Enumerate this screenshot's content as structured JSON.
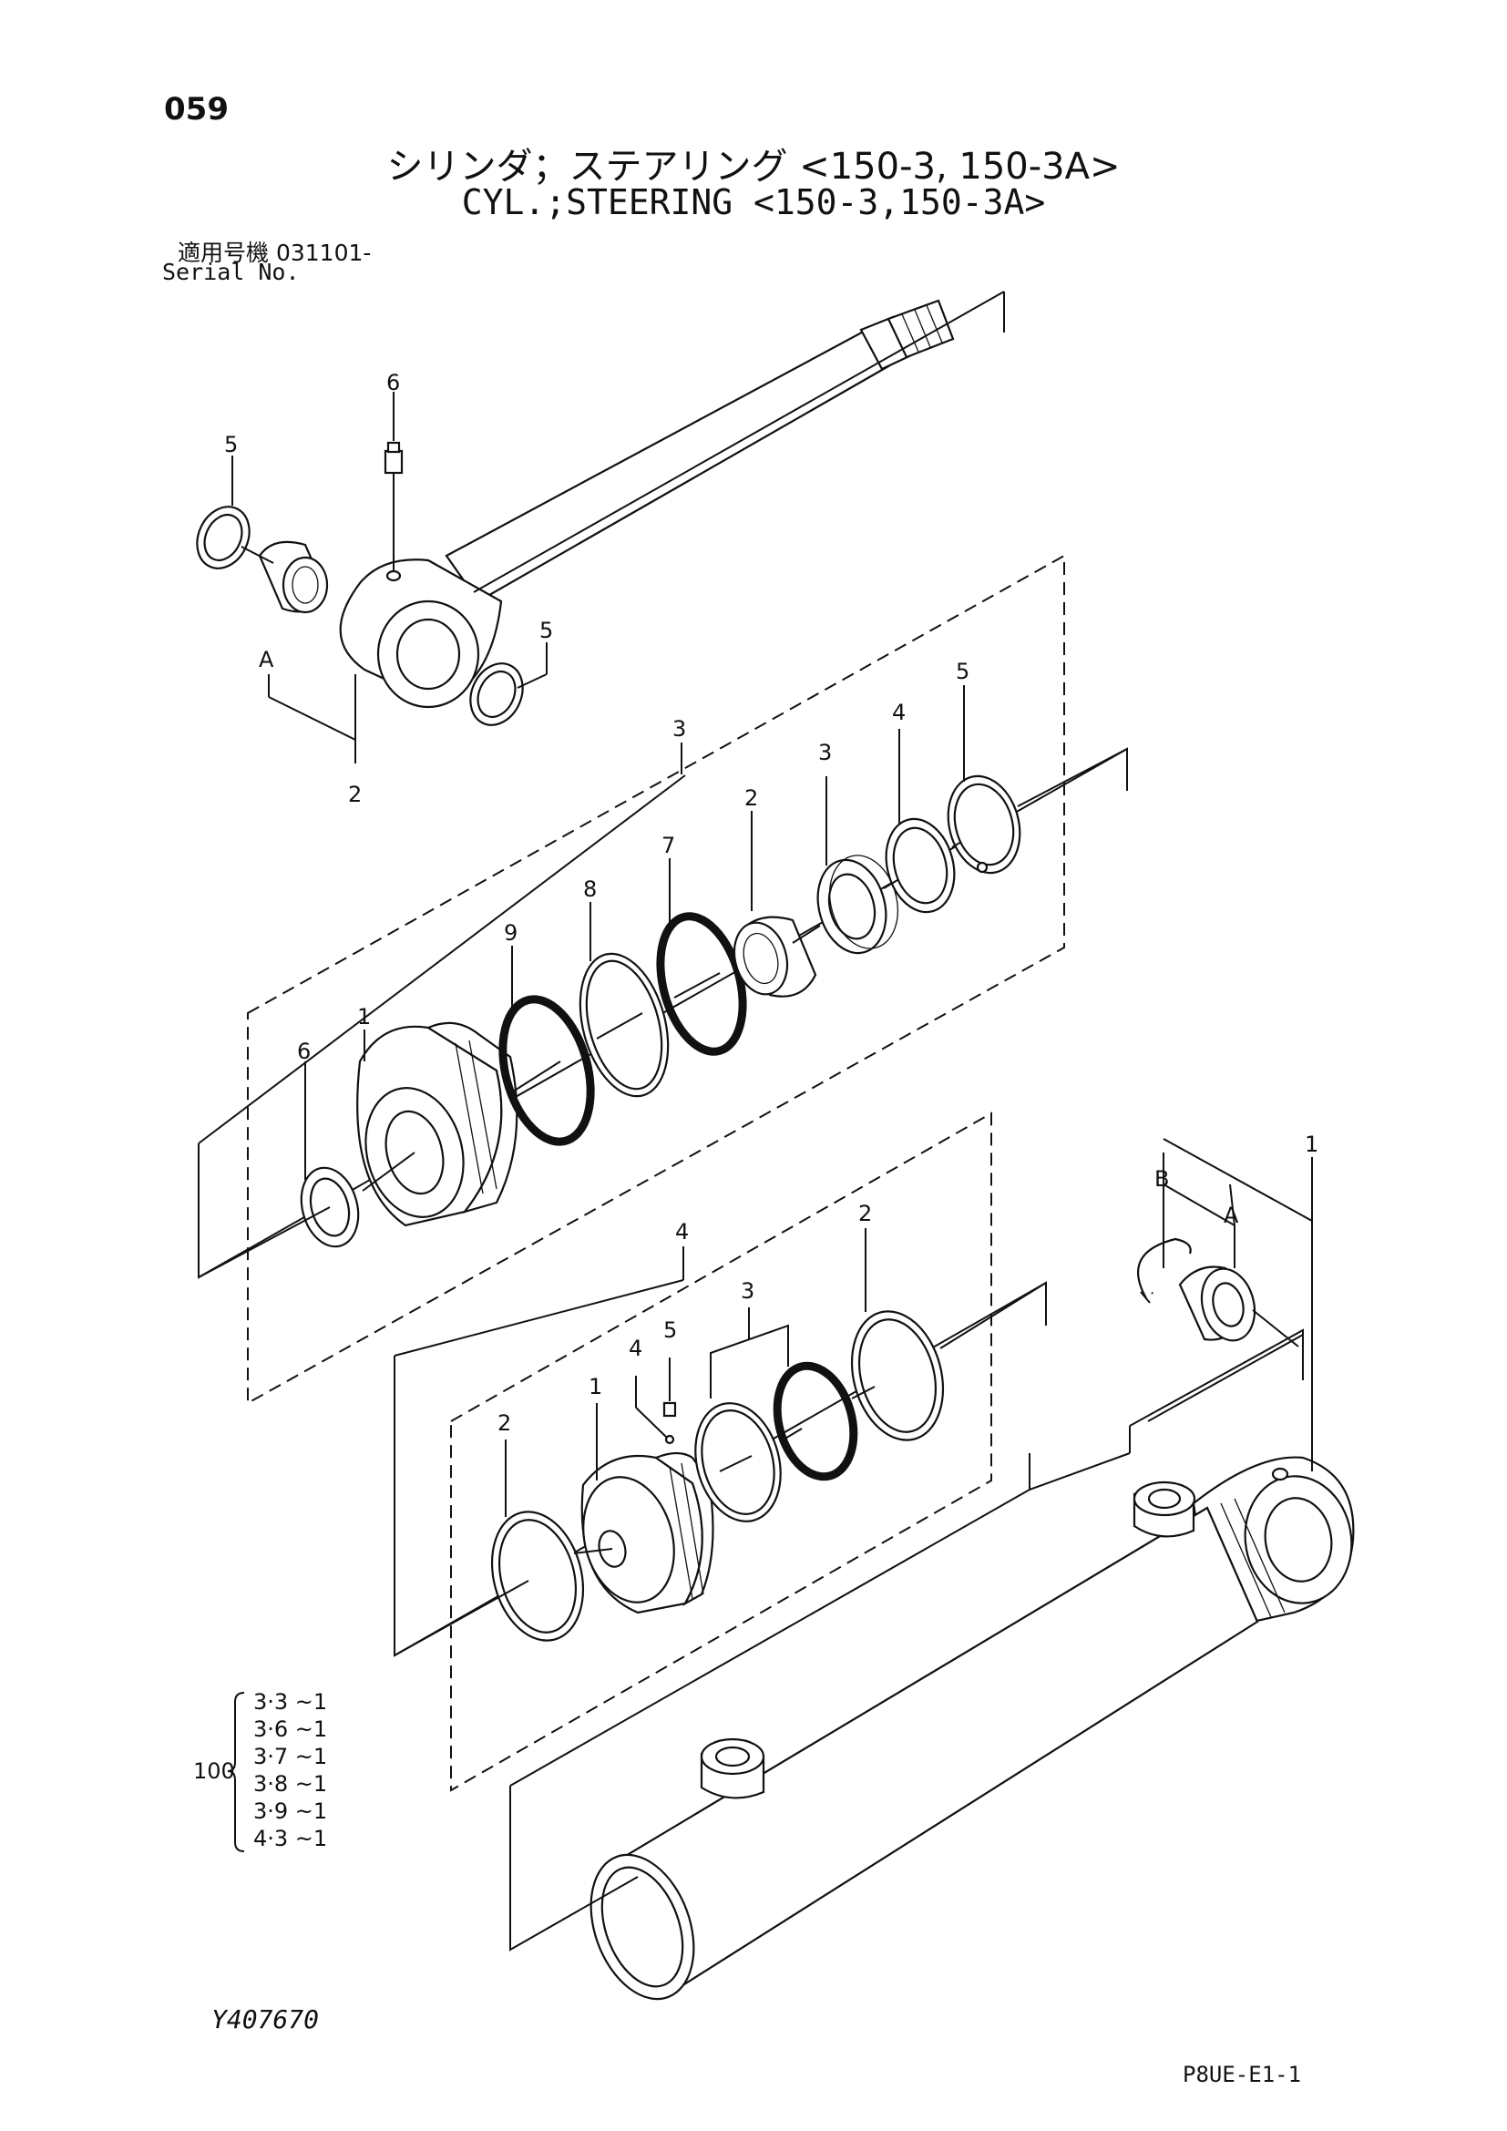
{
  "header": {
    "page_no": "059",
    "title_jp": "シリンダ；ステアリング <150-3, 150-3A>",
    "title_en": "CYL.;STEERING <150-3,150-3A>",
    "serial_label_jp": "適用号機  031101-",
    "serial_label_en": "Serial No."
  },
  "callouts": {
    "rod_grease": "6",
    "rod_ring_left": "5",
    "rod_ring_right": "5",
    "rod_bush_group": "A",
    "rod_assembly": "2",
    "gland_group": "3",
    "gland_retainer": "5",
    "gland_ring4": "4",
    "gland_ring3": "3",
    "gland_bush": "2",
    "gland_oring7": "7",
    "gland_ring8": "8",
    "gland_oring9": "9",
    "gland_body": "1",
    "gland_seal6": "6",
    "piston_group": "4",
    "piston_wear_ring": "2",
    "piston_seal_group": "3",
    "piston_screw": "5",
    "piston_ball": "4",
    "piston_body": "1",
    "piston_ring_left": "2",
    "tube_assembly": "1",
    "tube_snap_b": "B",
    "tube_bush_a": "A"
  },
  "kit": {
    "number": "100",
    "items": [
      "3·3 ~1",
      "3·6 ~1",
      "3·7 ~1",
      "3·8 ~1",
      "3·9 ~1",
      "4·3 ~1"
    ]
  },
  "footer": {
    "drawing_no": "Y407670",
    "doc_code": "P8UE-E1-1"
  }
}
